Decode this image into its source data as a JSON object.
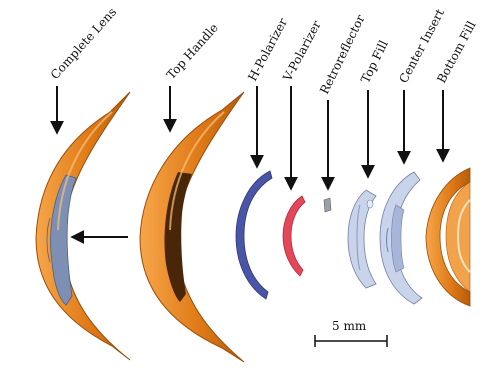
{
  "labels": {
    "complete_lens": "Complete Lens",
    "top_handle": "Top Handle",
    "h_polarizer": "H-Polarizer",
    "v_polarizer": "V-Polarizer",
    "retroreflector": "Retroreflector",
    "top_fill": "Top Fill",
    "center_insert": "Center Insert",
    "bottom_fill": "Bottom Fill"
  },
  "scale_bar": {
    "label": "5 mm"
  },
  "colors": {
    "orange": "#E07B18",
    "orange_dark": "#B85C0A",
    "orange_light": "#F6A64A",
    "inner_dark": "#4A2608",
    "blue_gray": "#7E8FB4",
    "h_polarizer_blue": "#4A55A8",
    "v_polarizer_red": "#E5475A",
    "pale_blue": "#C9D3EA",
    "arrow": "#111111"
  }
}
